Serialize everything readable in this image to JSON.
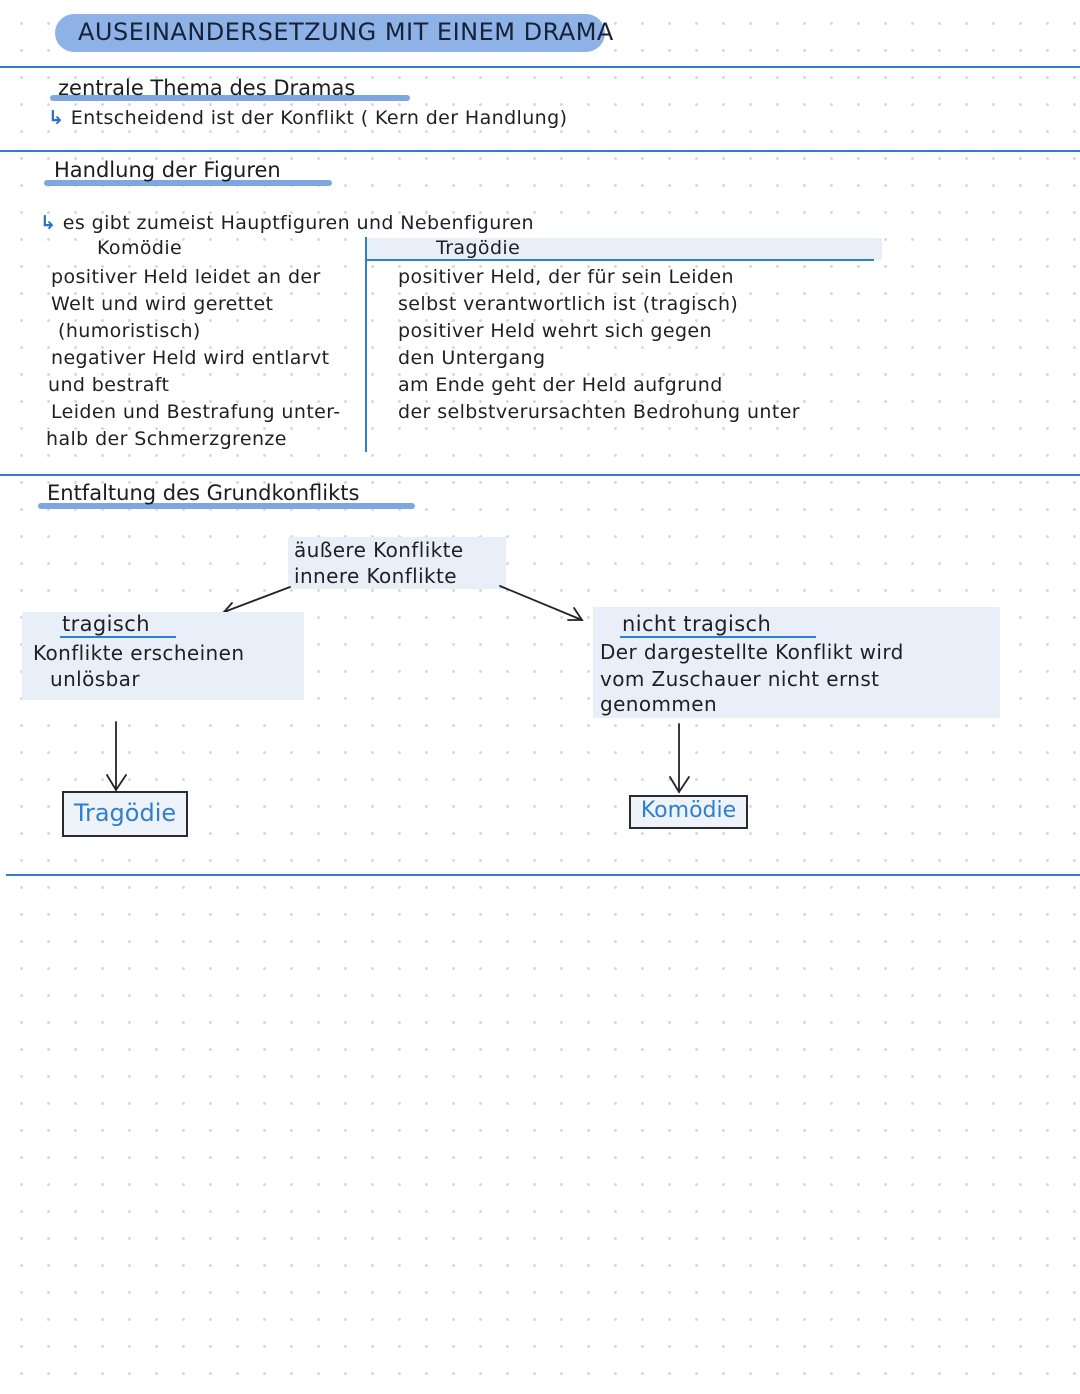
{
  "title": "AUSEINANDERSETZUNG MIT EINEM DRAMA",
  "section1": {
    "heading": "zentrale Thema des Dramas",
    "arrow": "↳",
    "line": "Entscheidend ist der Konflikt ( Kern der Handlung)"
  },
  "section2": {
    "heading": "Handlung der Figuren",
    "arrow": "↳",
    "intro": "es gibt zumeist Hauptfiguren und Nebenfiguren",
    "col_left_header": "Komödie",
    "col_right_header": "Tragödie",
    "col_left_lines": [
      "positiver Held leidet an der",
      "Welt und wird gerettet",
      "(humoristisch)",
      "negativer Held wird entlarvt",
      "und bestraft",
      "Leiden und Bestrafung unter-",
      "halb der Schmerzgrenze"
    ],
    "col_right_lines": [
      "positiver Held, der für sein Leiden",
      "selbst verantwortlich ist (tragisch)",
      "positiver Held wehrt sich gegen",
      "den Untergang",
      "am Ende geht der Held aufgrund",
      "der selbstverursachten Bedrohung unter"
    ]
  },
  "section3": {
    "heading": "Entfaltung des Grundkonflikts",
    "center_line1": "äußere Konflikte",
    "center_line2": "innere Konflikte",
    "left_title": "tragisch",
    "left_lines": [
      "Konflikte erscheinen",
      "unlösbar"
    ],
    "left_result": "Tragödie",
    "right_title": "nicht tragisch",
    "right_lines": [
      "Der dargestellte Konflikt wird",
      "vom Zuschauer nicht ernst",
      "genommen"
    ],
    "right_result": "Komödie"
  },
  "colors": {
    "accent": "#2f7fd1",
    "title_pill": "#8fb2e6",
    "highlight": "#e9eff8"
  }
}
